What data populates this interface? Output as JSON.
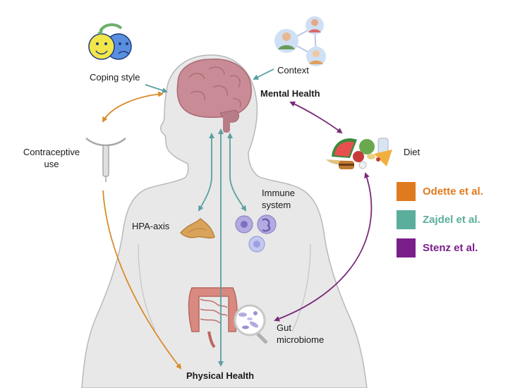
{
  "labels": {
    "coping_style": "Coping style",
    "context": "Context",
    "mental_health": "Mental Health",
    "contraceptive_use": "Contraceptive\nuse",
    "diet": "Diet",
    "immune_system": "Immune\nsystem",
    "hpa_axis": "HPA-axis",
    "gut_microbiome": "Gut\nmicrobiome",
    "physical_health": "Physical Health"
  },
  "legend": [
    {
      "label": "Odette et al.",
      "color": "#E07A1F"
    },
    {
      "label": "Zajdel et al.",
      "color": "#5BAE9B"
    },
    {
      "label": "Stenz et al.",
      "color": "#7A1F8A"
    }
  ],
  "colors": {
    "orange_arrow": "#D98C2B",
    "teal_arrow": "#5B9EA0",
    "purple_arrow": "#7A2A78",
    "body_fill": "#E8E8E8",
    "body_outline": "#B8B8B8",
    "brain": "#C98B95",
    "gut": "#D98A80"
  }
}
